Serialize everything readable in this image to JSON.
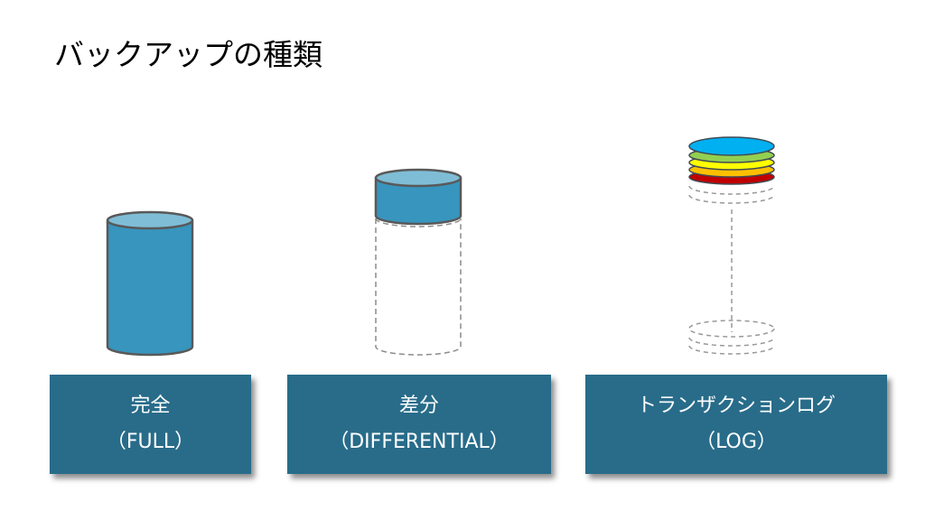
{
  "title": "バックアップの種類",
  "types": [
    {
      "name": "完全",
      "sub": "（FULL）"
    },
    {
      "name": "差分",
      "sub": "（DIFFERENTIAL）"
    },
    {
      "name": "トランザクションログ",
      "sub": "（LOG）"
    }
  ],
  "colors": {
    "box": "#286C8A",
    "cyl_body": "#3795BE",
    "cyl_top": "#7FBDD6",
    "log_layers": [
      "#C00000",
      "#FFC000",
      "#FFFF00",
      "#92D050",
      "#00B0F0"
    ]
  }
}
